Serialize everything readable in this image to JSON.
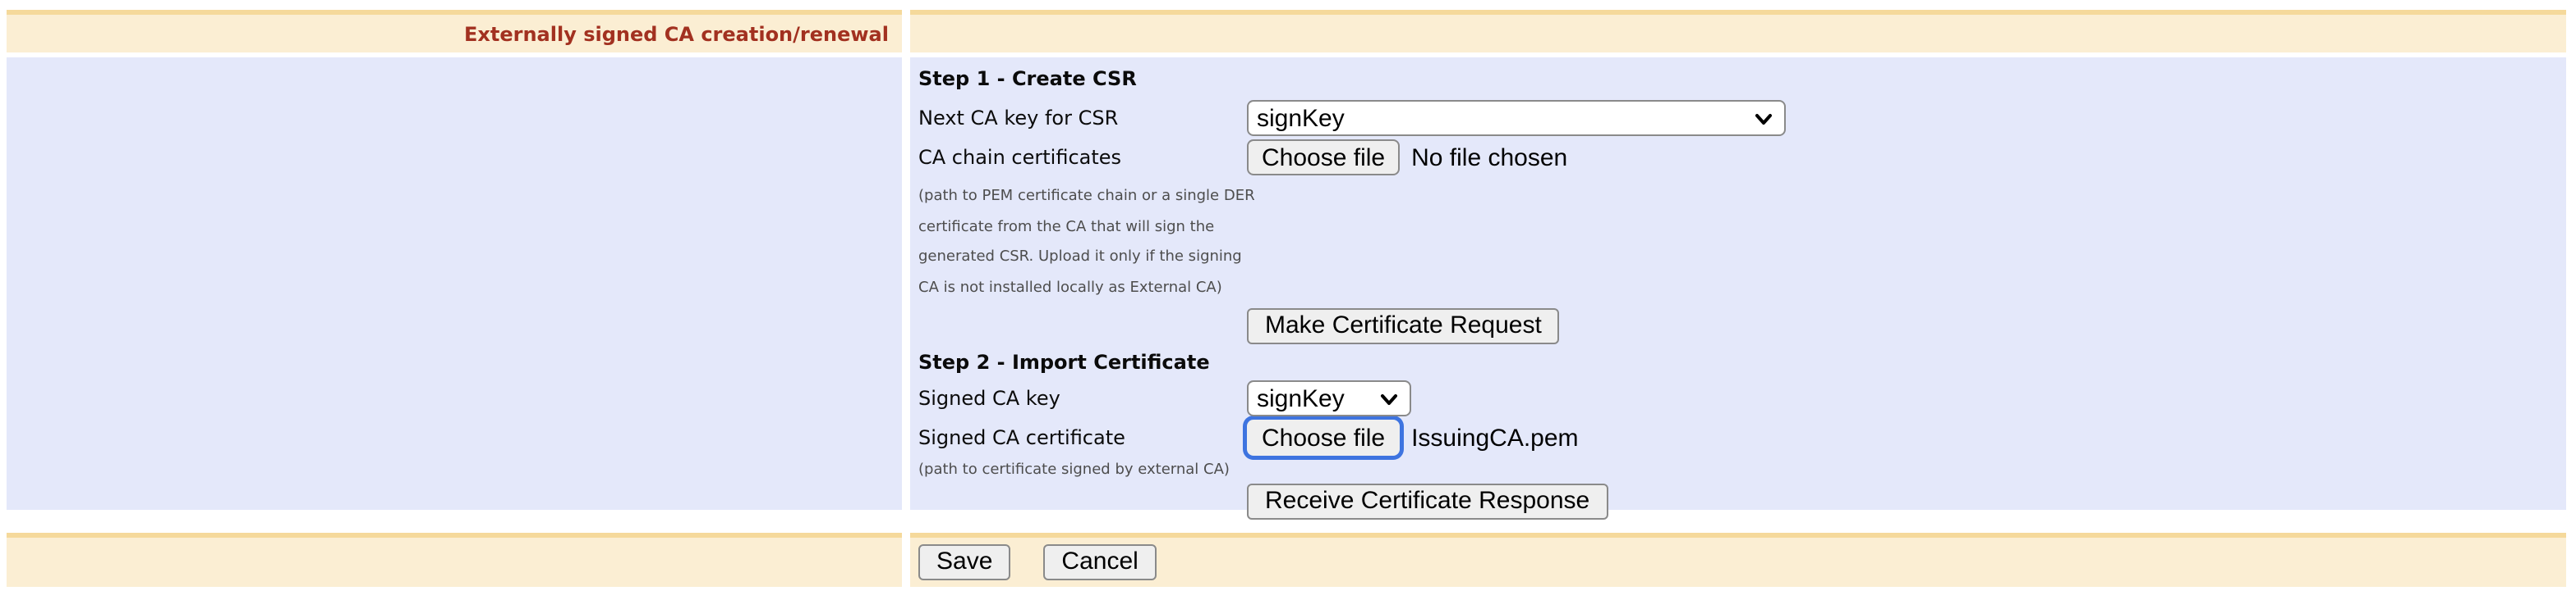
{
  "title_bar": {
    "title": "Externally signed CA creation/renewal"
  },
  "step1": {
    "heading": "Step 1 - Create CSR",
    "next_ca_key_label": "Next CA key for CSR",
    "next_ca_key_value": "signKey",
    "ca_chain_label": "CA chain certificates",
    "choose_file_label": "Choose file",
    "ca_chain_status": "No file chosen",
    "help_lines": [
      "(path to PEM certificate chain or a single DER",
      "certificate from the CA that will sign the",
      "generated CSR. Upload it only if the signing",
      "CA is not installed locally as External CA)"
    ],
    "make_request_button": "Make Certificate Request"
  },
  "step2": {
    "heading": "Step 2 - Import Certificate",
    "signed_key_label": "Signed CA key",
    "signed_key_value": "signKey",
    "signed_cert_label": "Signed CA certificate",
    "choose_file_label": "Choose file",
    "signed_cert_filename": "IssuingCA.pem",
    "help_line": "(path to certificate signed by external CA)",
    "receive_response_button": "Receive Certificate Response"
  },
  "footer": {
    "save": "Save",
    "cancel": "Cancel"
  },
  "colors": {
    "header_bg": "#FBEED3",
    "header_border": "#F5D99B",
    "panel_bg": "#E4E8FA",
    "title_text": "#A23120",
    "help_text": "#4D4D4D",
    "widget_border": "#8A8A8A",
    "widget_bg": "#EFEFEF",
    "focus_ring": "#3E74E0"
  }
}
